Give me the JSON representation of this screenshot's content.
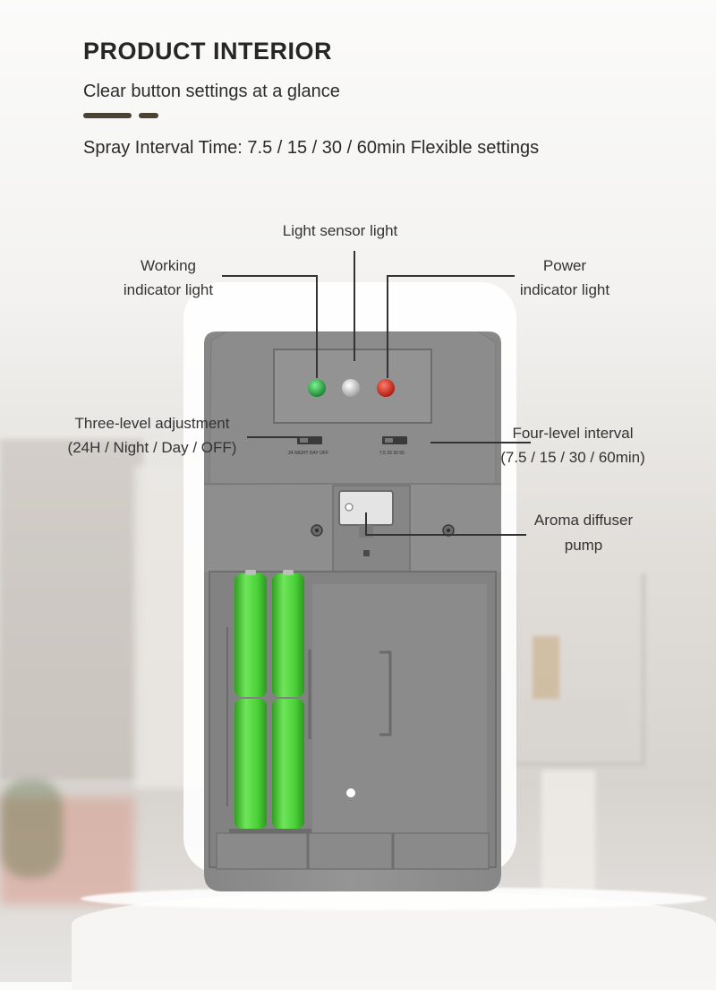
{
  "header": {
    "title": "PRODUCT INTERIOR",
    "subtitle": "Clear button settings at a glance",
    "spray_interval": "Spray Interval Time: 7.5 / 15 / 30 / 60min Flexible settings"
  },
  "callouts": {
    "light_sensor": "Light sensor light",
    "working_1": "Working",
    "working_2": "indicator light",
    "power_1": "Power",
    "power_2": "indicator light",
    "three_level_1": "Three-level adjustment",
    "three_level_2": "(24H / Night / Day / OFF)",
    "four_level_1": "Four-level interval",
    "four_level_2": "(7.5 / 15 / 30 / 60min)",
    "pump_1": "Aroma diffuser",
    "pump_2": "pump"
  },
  "device": {
    "switch_left_label": "24 NIGHT DAY OFF",
    "switch_right_label": "7.5  15  30  50"
  },
  "colors": {
    "body": "#8f8f8f",
    "led_green": "#1f9a3a",
    "led_red": "#d42a1e",
    "battery": "#4fd23a",
    "accent_line": "#4a4331"
  }
}
